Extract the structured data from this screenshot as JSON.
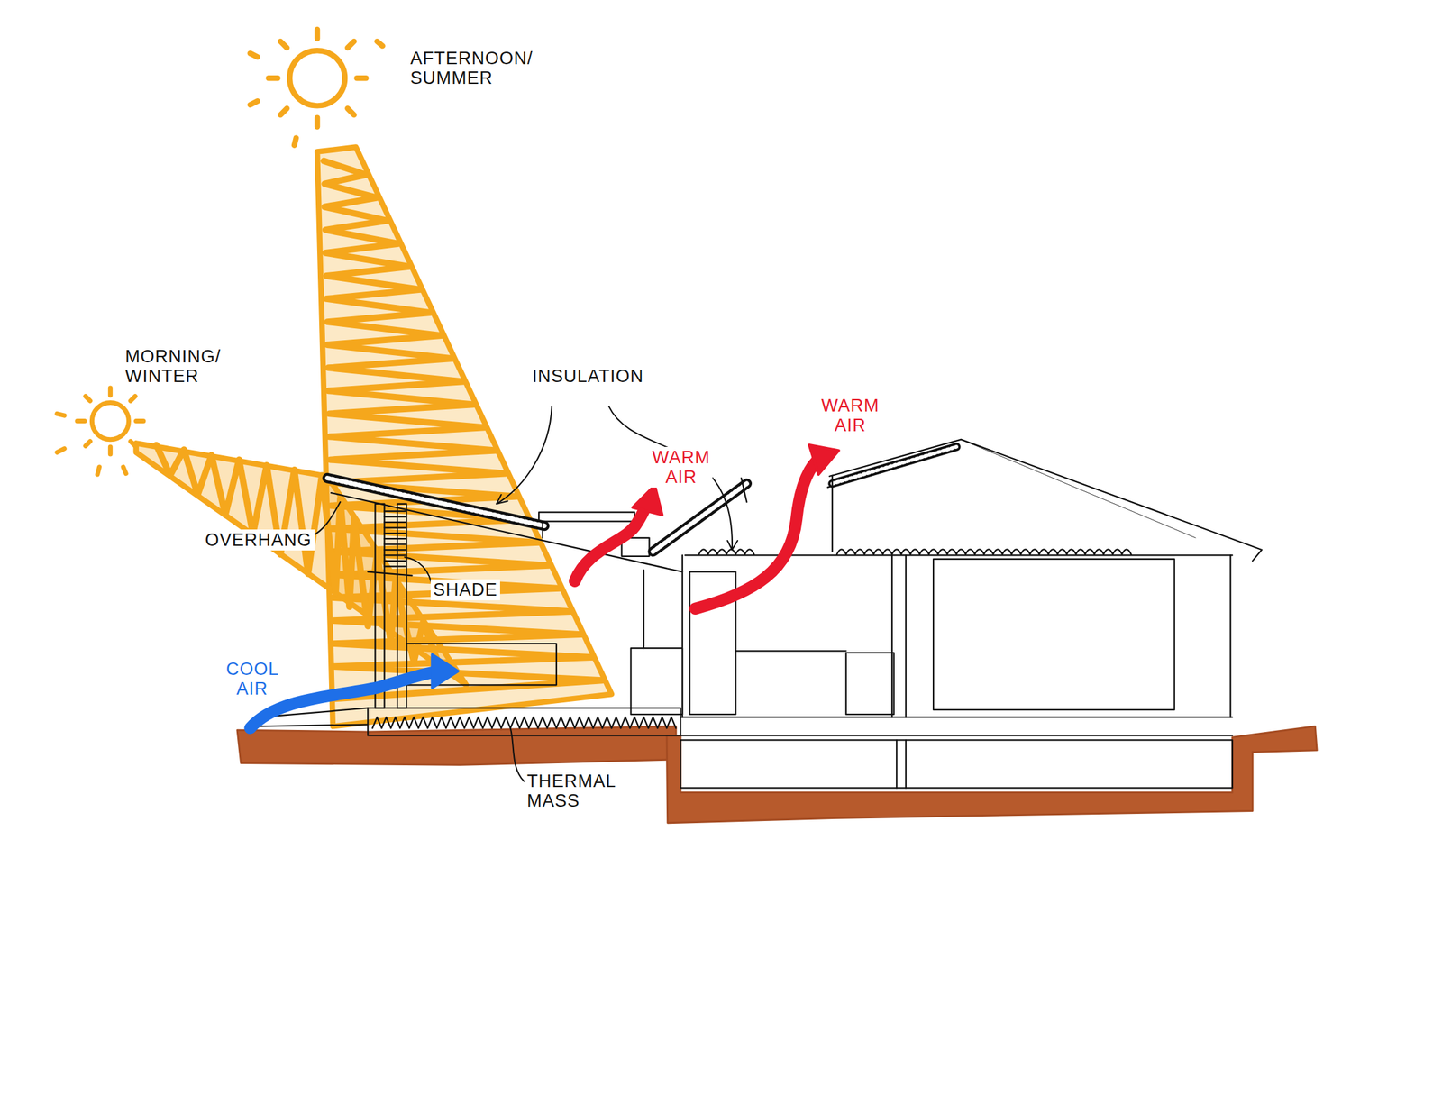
{
  "diagram": {
    "labels": [
      "AFTERNOON/ SUMMER",
      "MORNING/ WINTER",
      "INSULATION",
      "OVERHANG",
      "SHADE",
      "WARM AIR",
      "WARM AIR",
      "COOL AIR",
      "THERMAL MASS"
    ]
  }
}
